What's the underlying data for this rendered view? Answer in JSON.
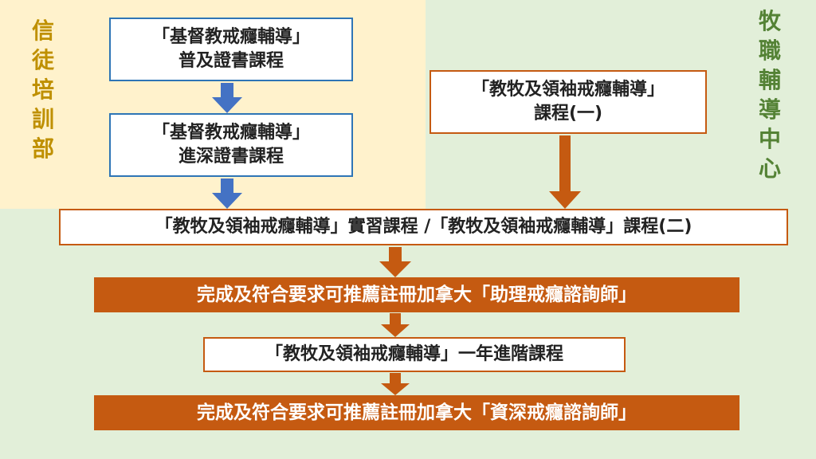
{
  "sections": {
    "left_label": [
      "信",
      "徒",
      "培",
      "訓",
      "部"
    ],
    "right_label": [
      "牧",
      "職",
      "輔",
      "導",
      "中",
      "心"
    ]
  },
  "boxes": {
    "basic_cert": [
      "「基督教戒癮輔導」",
      "普及證書課程"
    ],
    "advanced_cert": [
      "「基督教戒癮輔導」",
      "進深證書課程"
    ],
    "course_one": [
      "「教牧及領袖戒癮輔導」",
      "課程(一)"
    ],
    "practicum": "「教牧及領袖戒癮輔導」實習課程 /「教牧及領袖戒癮輔導」課程(二)",
    "assistant_counselor": "完成及符合要求可推薦註冊加拿大「助理戒癮諮詢師」",
    "one_year_advanced": "「教牧及領袖戒癮輔導」一年進階課程",
    "senior_counselor": "完成及符合要求可推薦註冊加拿大「資深戒癮諮詢師」"
  },
  "colors": {
    "training_bg": "#fff2cc",
    "pastoral_bg": "#e2efd9",
    "blue": "#4472c4",
    "orange": "#c55a11"
  }
}
